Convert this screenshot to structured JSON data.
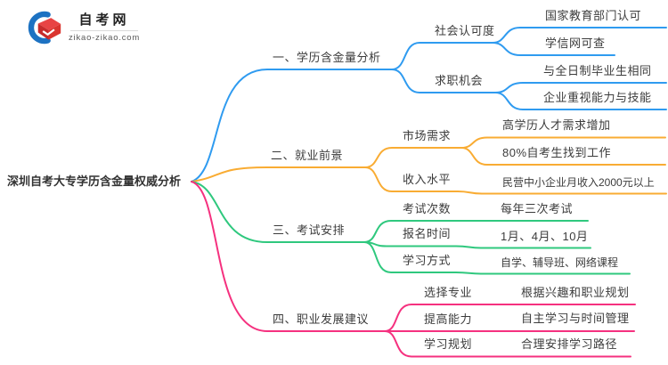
{
  "logo": {
    "title": "自考网",
    "domain": "zikao-zikao.com"
  },
  "mindmap": {
    "root": "深圳自考大专学历含金量权威分析",
    "branches": [
      {
        "label": "一、学历含金量分析",
        "color": "#2f9bf0",
        "children": [
          {
            "label": "社会认可度",
            "leaves": [
              "国家教育部门认可",
              "学信网可查"
            ]
          },
          {
            "label": "求职机会",
            "leaves": [
              "与全日制毕业生相同",
              "企业重视能力与技能"
            ]
          }
        ]
      },
      {
        "label": "二、就业前景",
        "color": "#f9ac33",
        "children": [
          {
            "label": "市场需求",
            "leaves": [
              "高学历人才需求增加",
              "80%自考生找到工作"
            ]
          },
          {
            "label": "收入水平",
            "leaves": [
              "民营中小企业月收入2000元以上"
            ]
          }
        ]
      },
      {
        "label": "三、考试安排",
        "color": "#2fc87e",
        "children": [
          {
            "label": "考试次数",
            "leaves": [
              "每年三次考试"
            ]
          },
          {
            "label": "报名时间",
            "leaves": [
              "1月、4月、10月"
            ]
          },
          {
            "label": "学习方式",
            "leaves": [
              "自学、辅导班、网络课程"
            ]
          }
        ]
      },
      {
        "label": "四、职业发展建议",
        "color": "#f5317f",
        "children": [
          {
            "label": "选择专业",
            "leaves": [
              "根据兴趣和职业规划"
            ]
          },
          {
            "label": "提高能力",
            "leaves": [
              "自主学习与时间管理"
            ]
          },
          {
            "label": "学习规划",
            "leaves": [
              "合理安排学习路径"
            ]
          }
        ]
      }
    ]
  }
}
